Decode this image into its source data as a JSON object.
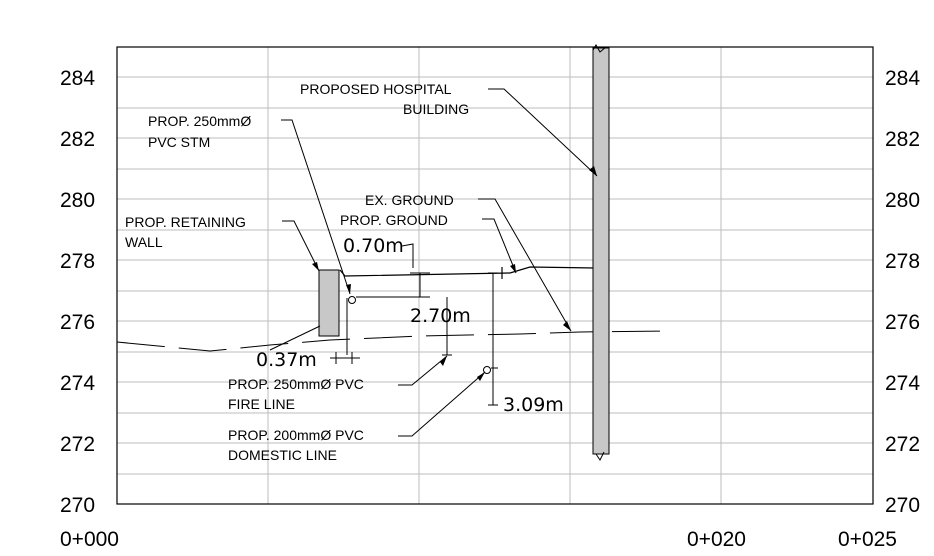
{
  "y_axis": {
    "left_labels": [
      "284",
      "282",
      "280",
      "278",
      "276",
      "274",
      "272",
      "270"
    ],
    "right_labels": [
      "284",
      "282",
      "280",
      "278",
      "276",
      "274",
      "272",
      "270"
    ]
  },
  "x_axis": {
    "labels": [
      "0+000",
      "0+020",
      "0+025"
    ]
  },
  "callouts": {
    "hospital_line1": "PROPOSED HOSPITAL",
    "hospital_line2": "BUILDING",
    "stm_line1": "PROP. 250mmØ",
    "stm_line2": "PVC STM",
    "ex_ground": "EX. GROUND",
    "prop_ground": "PROP. GROUND",
    "wall_line1": "PROP. RETAINING",
    "wall_line2": "WALL",
    "fire_line1": "PROP. 250mmØ PVC",
    "fire_line2": "FIRE LINE",
    "domestic_line1": "PROP. 200mmØ PVC",
    "domestic_line2": "DOMESTIC LINE"
  },
  "dimensions": {
    "d1": "0.70m",
    "d2": "2.70m",
    "d3": "0.37m",
    "d4": "3.09m"
  }
}
